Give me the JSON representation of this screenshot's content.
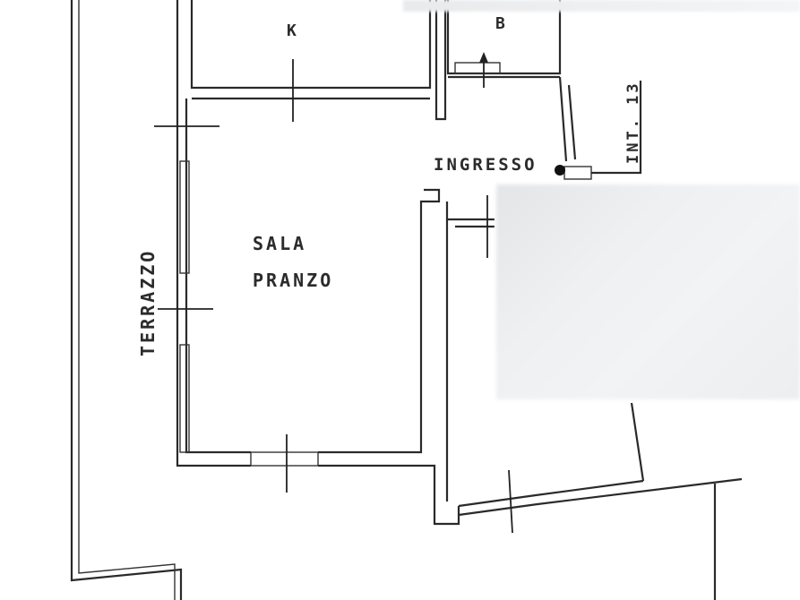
{
  "title": "Floor plan (planimetria)",
  "rooms": {
    "kitchen": "K",
    "bathroom": "B",
    "entrance": "INGRESSO",
    "dining_line1": "SALA",
    "dining_line2": "PRANZO",
    "terrace": "TERRAZZO",
    "unit": "INT. 13"
  },
  "redacted_regions": [
    "obscured-area-right",
    "obscured-area-top"
  ],
  "colors": {
    "wall": "#2a2a2a",
    "background": "#ffffff",
    "redaction": "#eceef0"
  }
}
